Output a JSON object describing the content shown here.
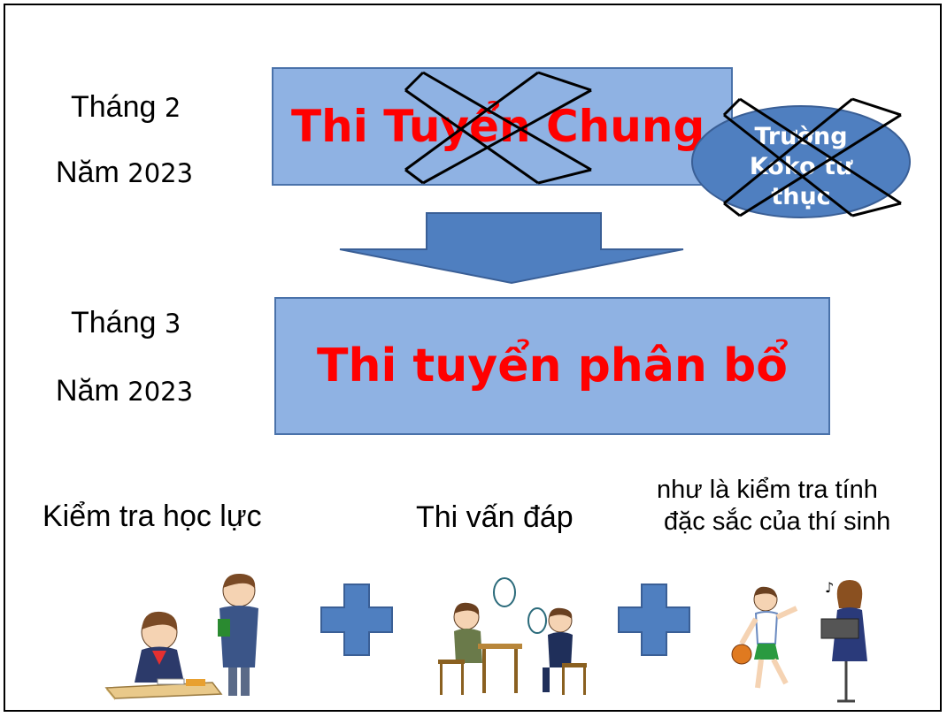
{
  "steps": [
    {
      "month": "Tháng",
      "month_num": "2",
      "year_word": "Năm",
      "year_num": "2023",
      "title": "Thi Tuyển Chung",
      "status": "cancelled"
    },
    {
      "month": "Tháng",
      "month_num": "3",
      "year_word": "Năm",
      "year_num": "2023",
      "title": "Thi tuyển phân bổ"
    }
  ],
  "private_school": {
    "line1": "Trường",
    "line2": "Koko tư",
    "line3": "thục",
    "status": "cancelled"
  },
  "components": {
    "academic_test": "Kiểm tra học lực",
    "interview": "Thi vấn đáp",
    "feature_line1": "như là kiểm tra tính",
    "feature_line2": "đặc sắc của thí sinh"
  },
  "colors": {
    "box_fill": "#8fb2e3",
    "box_border": "#4a72aa",
    "title_red": "#ff0000",
    "arrow": "#4f7fc0",
    "plus": "#4f7fc0",
    "ellipse_fill": "#4f7fc0"
  }
}
